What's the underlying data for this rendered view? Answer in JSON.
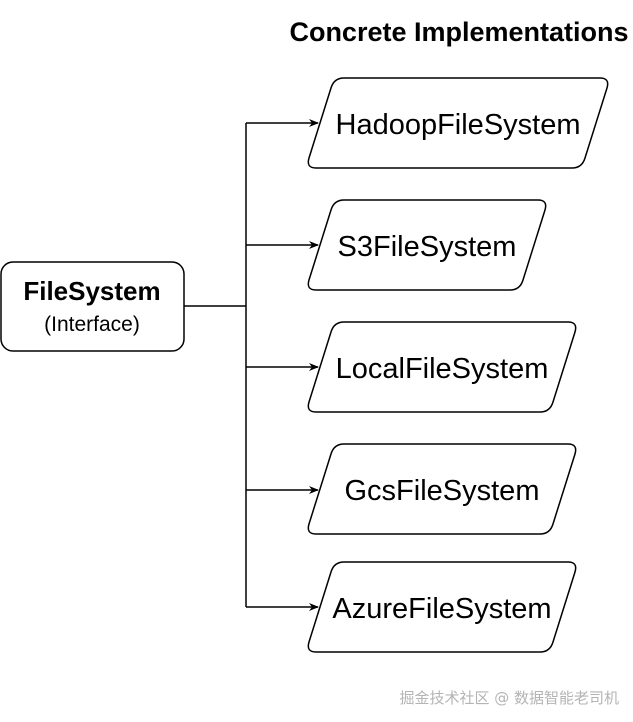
{
  "diagram": {
    "title": "Concrete Implementations",
    "interface": {
      "name": "FileSystem",
      "subtitle": "(Interface)"
    },
    "implementations": [
      "HadoopFileSystem",
      "S3FileSystem",
      "LocalFileSystem",
      "GcsFileSystem",
      "AzureFileSystem"
    ]
  },
  "watermark": "掘金技术社区 @ 数据智能老司机",
  "colors": {
    "stroke": "#000000",
    "fill": "#ffffff",
    "watermark": "#b4b4b4"
  }
}
